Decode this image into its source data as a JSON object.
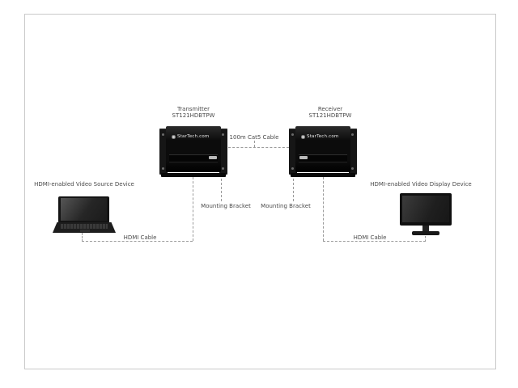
{
  "diagram": {
    "transmitter": {
      "title": "Transmitter",
      "model": "ST121HDBTPW",
      "logo": "StarTech.com"
    },
    "receiver": {
      "title": "Receiver",
      "model": "ST121HDBTPW",
      "logo": "StarTech.com"
    },
    "labels": {
      "cat5_cable": "100m Cat5 Cable",
      "source_device": "HDMI-enabled Video Source Device",
      "display_device": "HDMI-enabled Video Display Device",
      "hdmi_cable_left": "HDMI Cable",
      "hdmi_cable_right": "HDMI Cable",
      "mounting_bracket_left": "Mounting Bracket",
      "mounting_bracket_right": "Mounting Bracket"
    },
    "colors": {
      "device_body": "#0c0c0c",
      "connector_line": "#9a9a9a",
      "label_text": "#4a4a4a"
    }
  }
}
